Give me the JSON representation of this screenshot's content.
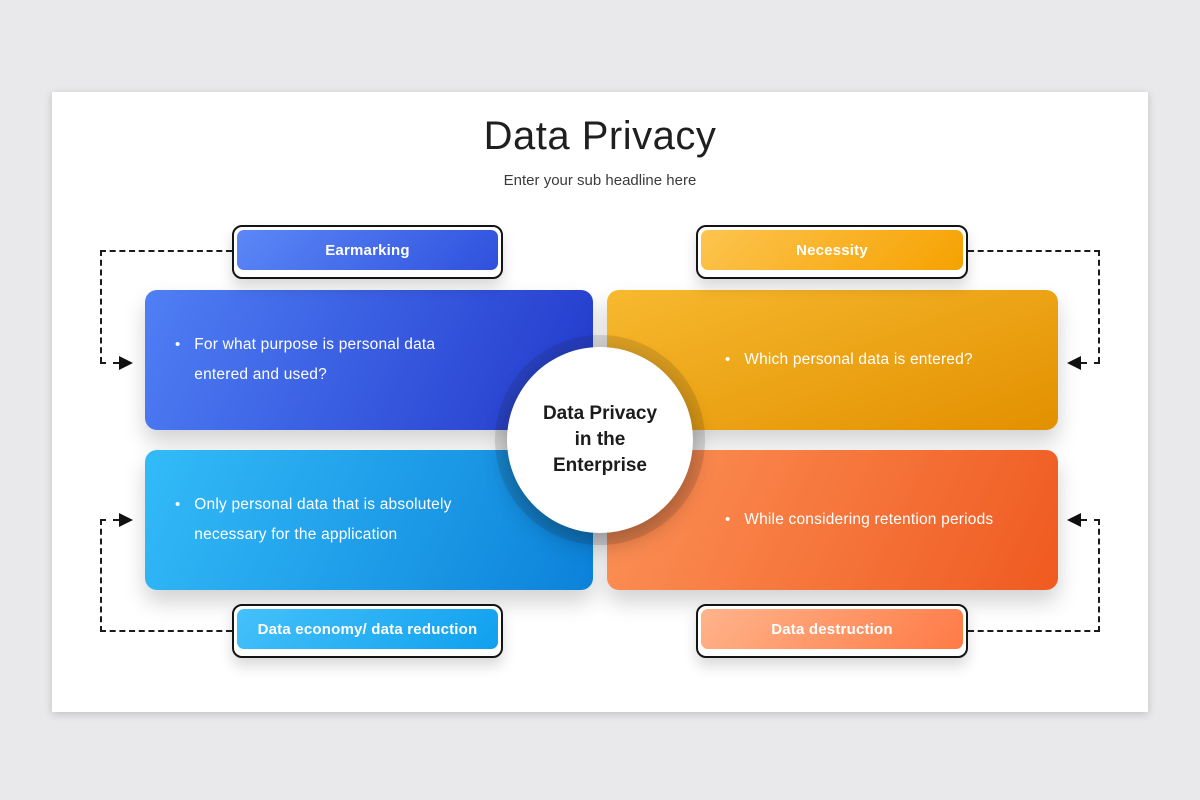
{
  "slide": {
    "title": "Data Privacy",
    "subtitle": "Enter your sub headline here"
  },
  "center": {
    "lines": {
      "0": "Data Privacy",
      "1": "in the",
      "2": "Enterprise"
    }
  },
  "quadrants": {
    "top_left": {
      "label": "Earmarking",
      "bullet": "For what purpose is personal data entered and used?",
      "bullet_marker": "•",
      "panel_color": "#2a3ed0",
      "pill_color": "#3b63ea"
    },
    "top_right": {
      "label": "Necessity",
      "bullet": "Which personal data is entered?",
      "bullet_marker": "•",
      "panel_color": "#ecA312",
      "pill_color": "#f8b328"
    },
    "bottom_left": {
      "label": "Data economy/ data reduction",
      "bullet": "Only personal data that is absolutely necessary for the application",
      "bullet_marker": "•",
      "panel_color": "#1a9fe9",
      "pill_color": "#2bb1f4"
    },
    "bottom_right": {
      "label": "Data destruction",
      "bullet": "While considering retention periods",
      "bullet_marker": "•",
      "panel_color": "#f4733a",
      "pill_color": "#ff9666"
    }
  },
  "colors": {
    "page_background": "#e9e9eb",
    "slide_background": "#ffffff",
    "connector": "#1a1a1a",
    "text_dark": "#1f1f1f",
    "text_light": "#ffffff"
  }
}
